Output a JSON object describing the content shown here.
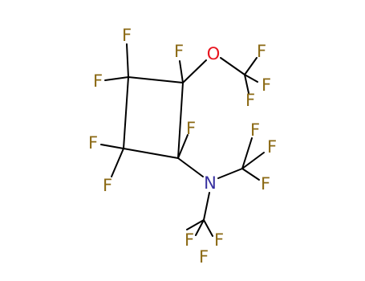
{
  "colors": {
    "background": "#ffffff",
    "bond": "#000000",
    "fluorine": "#8b6914",
    "oxygen": "#e8141e",
    "nitrogen": "#3730a0"
  },
  "atoms": [
    {
      "id": "f1",
      "symbol": "F",
      "element": "fluorine"
    },
    {
      "id": "f2",
      "symbol": "F",
      "element": "fluorine"
    },
    {
      "id": "f3",
      "symbol": "F",
      "element": "fluorine"
    },
    {
      "id": "o1",
      "symbol": "O",
      "element": "oxygen"
    },
    {
      "id": "f4",
      "symbol": "F",
      "element": "fluorine"
    },
    {
      "id": "f5",
      "symbol": "F",
      "element": "fluorine"
    },
    {
      "id": "f6",
      "symbol": "F",
      "element": "fluorine"
    },
    {
      "id": "f7",
      "symbol": "F",
      "element": "fluorine"
    },
    {
      "id": "f8",
      "symbol": "F",
      "element": "fluorine"
    },
    {
      "id": "f9",
      "symbol": "F",
      "element": "fluorine"
    },
    {
      "id": "f10",
      "symbol": "F",
      "element": "fluorine"
    },
    {
      "id": "n1",
      "symbol": "N",
      "element": "nitrogen"
    },
    {
      "id": "f11",
      "symbol": "F",
      "element": "fluorine"
    },
    {
      "id": "f12",
      "symbol": "F",
      "element": "fluorine"
    },
    {
      "id": "f13",
      "symbol": "F",
      "element": "fluorine"
    },
    {
      "id": "f14",
      "symbol": "F",
      "element": "fluorine"
    },
    {
      "id": "f15",
      "symbol": "F",
      "element": "fluorine"
    }
  ]
}
